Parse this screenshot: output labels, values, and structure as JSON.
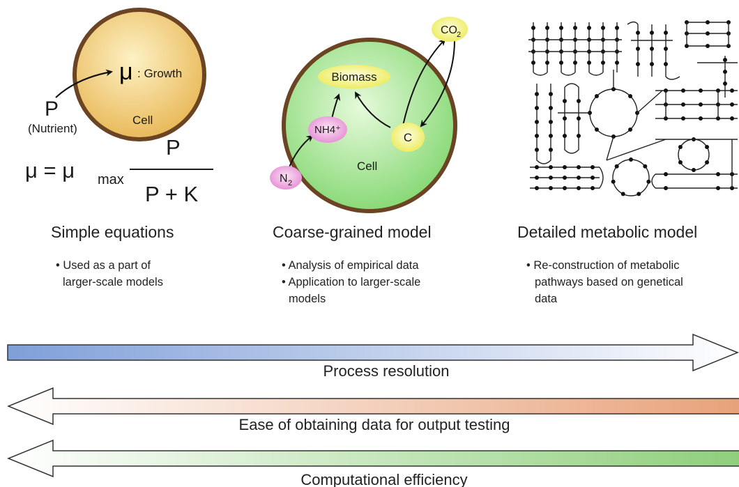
{
  "panels": [
    {
      "title": "Simple equations",
      "bullets": [
        [
          "• Used as a part of",
          "larger-scale models"
        ]
      ]
    },
    {
      "title": "Coarse-grained model",
      "bullets": [
        [
          "• Analysis of empirical data"
        ],
        [
          "• Application to larger-scale",
          "models"
        ]
      ]
    },
    {
      "title": "Detailed metabolic model",
      "bullets": [
        [
          "• Re-construction of metabolic",
          "pathways based on genetical",
          "data"
        ]
      ]
    }
  ],
  "simple": {
    "mu_symbol": "μ",
    "growth_label": ": Growth",
    "p_label": "P",
    "nutrient_label": "(Nutrient)",
    "cell_label": "Cell",
    "equation": {
      "lhs": "μ = μ",
      "sub": "max",
      "numerator": "P",
      "denominator": "P + K"
    }
  },
  "coarse": {
    "biomass": "Biomass",
    "nh4": "NH4⁺",
    "c": "C",
    "co2_main": "CO",
    "co2_sub": "2",
    "n2_main": "N",
    "n2_sub": "2",
    "cell_label": "Cell"
  },
  "scale_arrows": [
    {
      "label": "Process resolution",
      "direction": "right",
      "gradient": [
        "#7f9fd8",
        "#ffffff"
      ]
    },
    {
      "label": "Ease of obtaining data for output testing",
      "direction": "left",
      "gradient": [
        "#ffffff",
        "#e8a27a"
      ]
    },
    {
      "label": "Computational efficiency",
      "direction": "left",
      "gradient": [
        "#ffffff",
        "#8fcf7c"
      ]
    }
  ],
  "colors": {
    "cell_border": "#6b4423",
    "simple_cell_fill": "#f1cc72",
    "coarse_cell_fill": "#a6e497",
    "yellow_node": "#f2f07a",
    "pink_node": "#ec9edb"
  }
}
